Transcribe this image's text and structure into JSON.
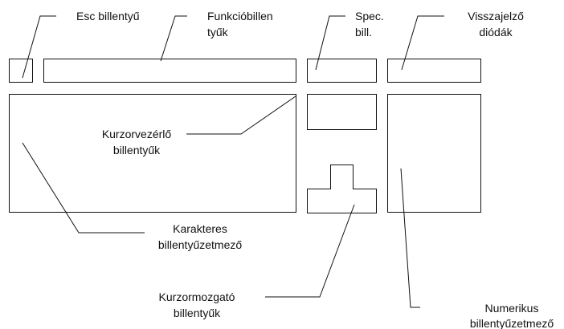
{
  "labels": {
    "esc": "Esc billentyű",
    "function_1": "Funkcióbillen",
    "function_2": "tyűk",
    "special_1": "Spec.",
    "special_2": "bill.",
    "leds_1": "Visszajelző",
    "leds_2": "diódák",
    "cursor_control_1": "Kurzorvezérlő",
    "cursor_control_2": "billentyűk",
    "alphanumeric_1": "Karakteres",
    "alphanumeric_2": "billentyűzetmező",
    "arrow_keys_1": "Kurzormozgató",
    "arrow_keys_2": "billentyűk",
    "numeric_1": "Numerikus",
    "numeric_2": "billentyűzetmező"
  },
  "colors": {
    "stroke": "#111111"
  }
}
